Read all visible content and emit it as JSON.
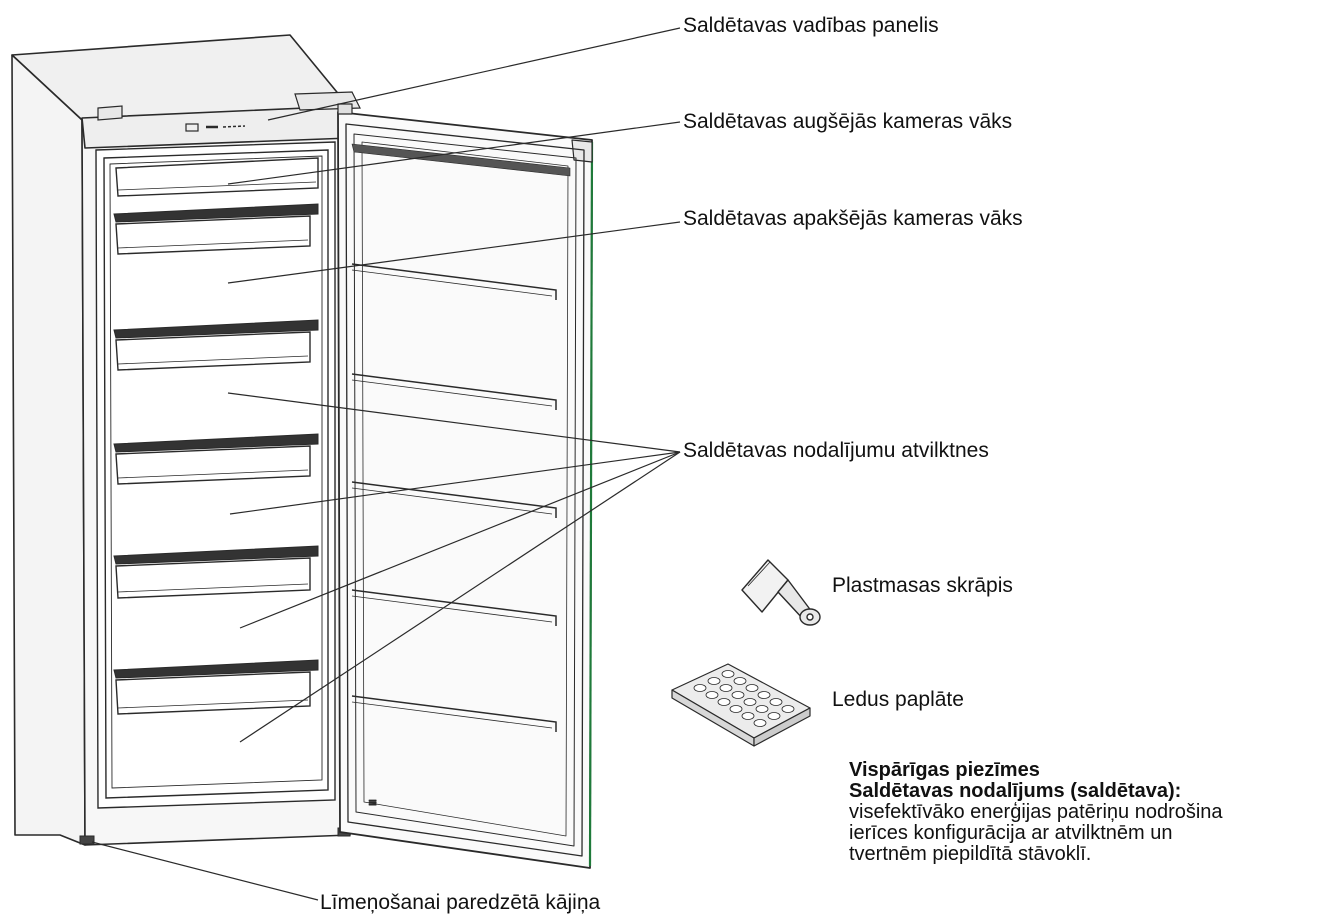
{
  "labels": {
    "control_panel": "Saldētavas vadības panelis",
    "upper_cover": "Saldētavas augšējās kameras vāks",
    "lower_cover": "Saldētavas apakšējās kameras vāks",
    "drawers": "Saldētavas nodalījumu atvilktnes",
    "scraper": "Plastmasas skrāpis",
    "ice_tray": "Ledus paplāte",
    "leveling_foot": "Līmeņošanai paredzētā kājiņa"
  },
  "notes": {
    "title": "Vispārīgas piezīmes",
    "subtitle": "Saldētavas nodalījums (saldētava):",
    "line1": "visefektīvāko enerģijas patēriņu nodrošina",
    "line2": "ierīces konfigurācija ar atvilktnēm un",
    "line3": "tvertnēm piepildītā stāvoklī."
  },
  "colors": {
    "line": "#2a2a2a",
    "cabinet_fill": "#f4f4f4",
    "door_fill": "#fafafa",
    "accent_edge": "#1f7a3a"
  }
}
